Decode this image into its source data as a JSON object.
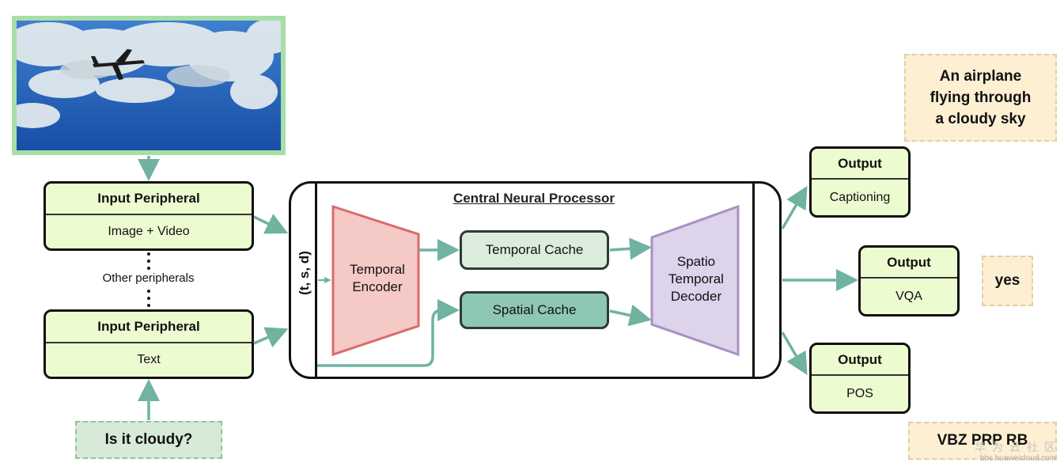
{
  "cpu": {
    "title": "Central Neural Processor",
    "tsd_label": "(t, s, d)"
  },
  "peripherals": {
    "image": {
      "header": "Input Peripheral",
      "body": "Image + Video"
    },
    "other_label": "Other peripherals",
    "text": {
      "header": "Input Peripheral",
      "body": "Text"
    }
  },
  "query": {
    "text": "Is it cloudy?"
  },
  "encoder": {
    "line1": "Temporal",
    "line2": "Encoder"
  },
  "temporal_cache": {
    "label": "Temporal Cache"
  },
  "spatial_cache": {
    "label": "Spatial Cache"
  },
  "decoder": {
    "line1": "Spatio",
    "line2": "Temporal",
    "line3": "Decoder"
  },
  "outputs": [
    {
      "header": "Output",
      "body": "Captioning"
    },
    {
      "header": "Output",
      "body": "VQA"
    },
    {
      "header": "Output",
      "body": "POS"
    }
  ],
  "answers": {
    "caption_line1": "An airplane",
    "caption_line2": "flying through",
    "caption_line3": "a cloudy sky",
    "vqa": "yes",
    "pos": "VBZ PRP RB"
  },
  "watermark": {
    "cn": "华为云社区",
    "url": "bbs.huaweicloud.com"
  },
  "colors": {
    "arrow": "#6fb3a0",
    "peripheral_fill": "#edfbd0",
    "encoder_fill": "#f4c9c6",
    "encoder_stroke": "#d96b6b",
    "decoder_fill": "#ddd3ea",
    "decoder_stroke": "#a98fc6",
    "temporal_cache_fill": "#dcecdc",
    "spatial_cache_fill": "#8ec7b4",
    "answer_fill": "#fcefd2"
  }
}
